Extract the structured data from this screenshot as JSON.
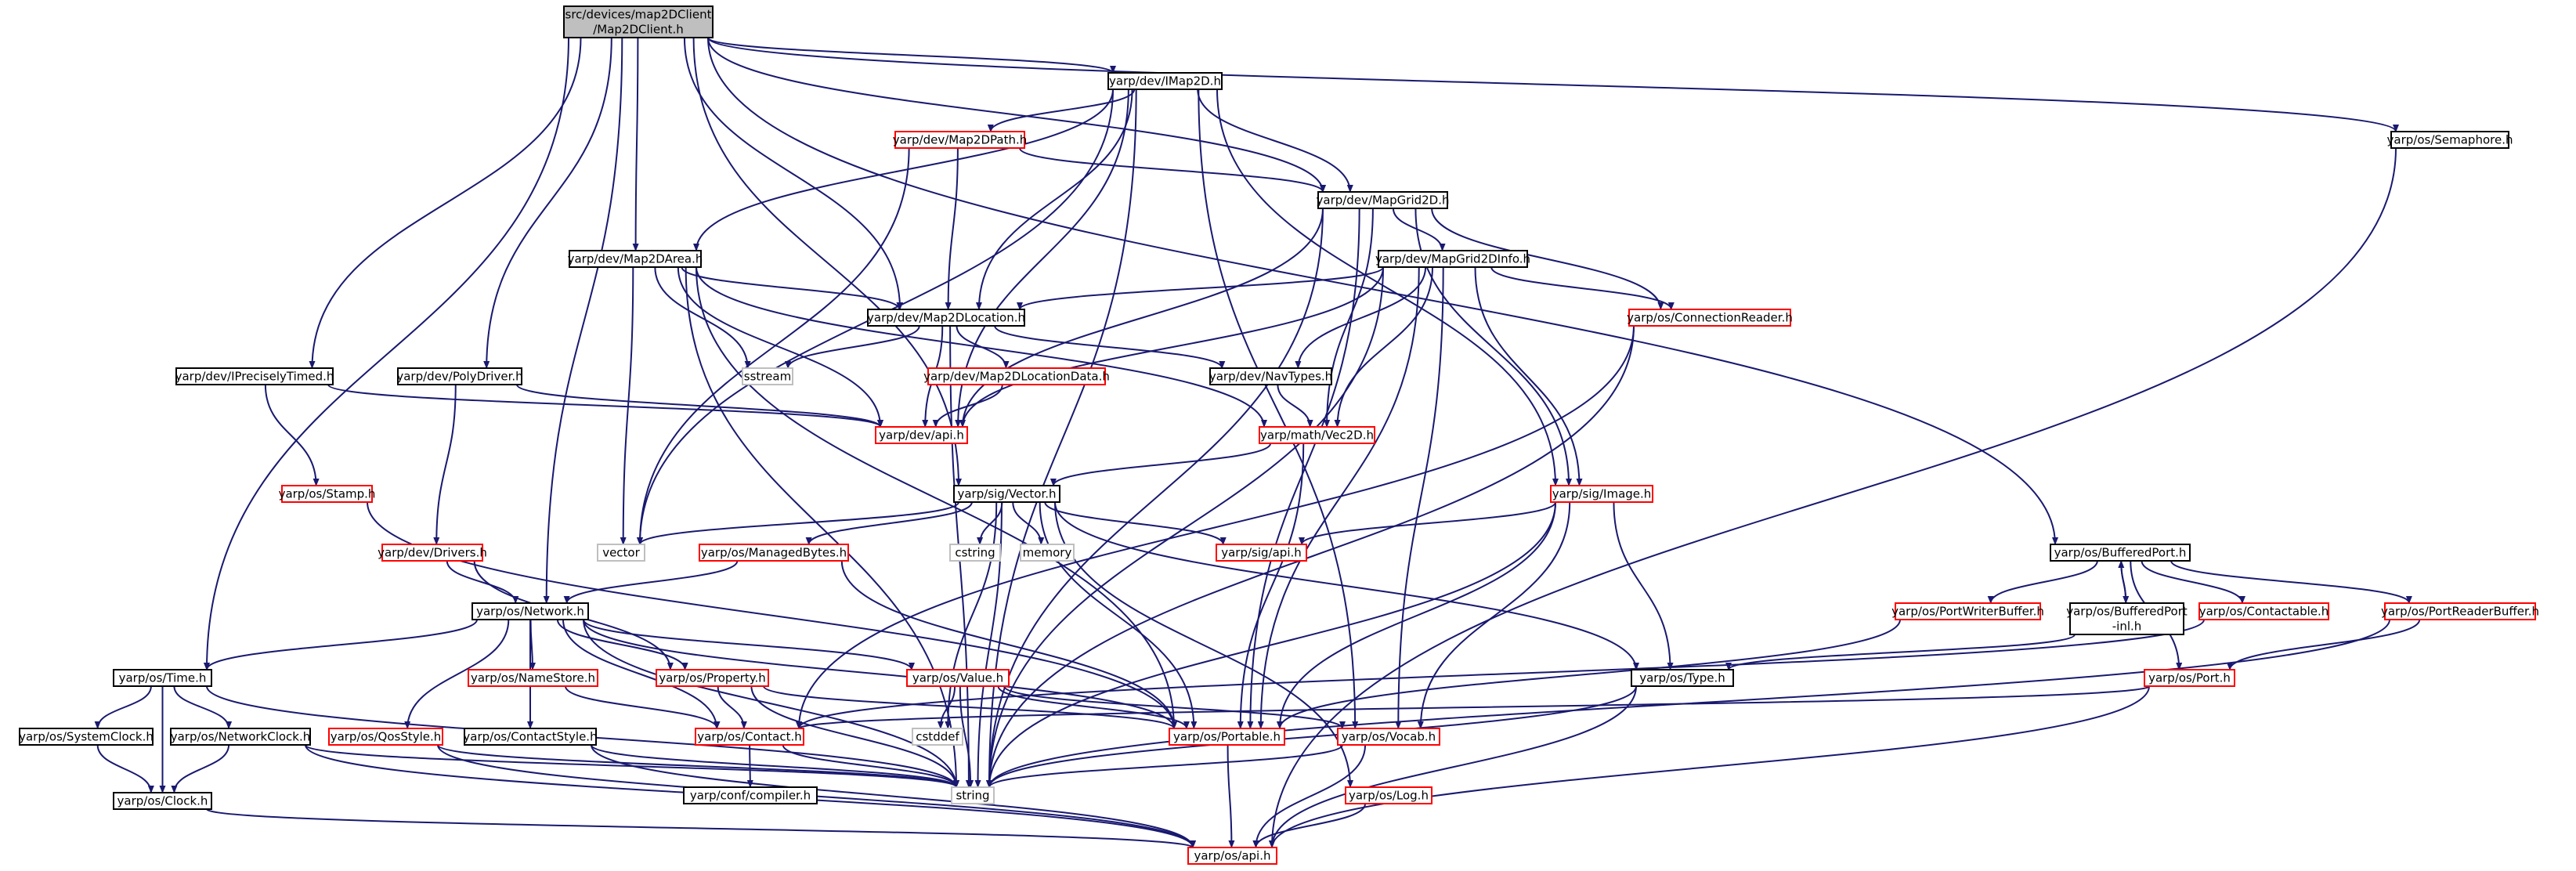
{
  "diagram": {
    "colors": {
      "edge": "#191970",
      "root_fill": "#bfbfbf",
      "border_default": "#000000",
      "border_external": "#ff0000",
      "border_system": "#bfbfbf",
      "text": "#000000"
    },
    "nodes": [
      {
        "id": "root",
        "lines": [
          "src/devices/map2DClient",
          "/Map2DClient.h"
        ],
        "style": "root"
      },
      {
        "id": "IMap2D",
        "lines": [
          "yarp/dev/IMap2D.h"
        ],
        "style": "default"
      },
      {
        "id": "Semaphore",
        "lines": [
          "yarp/os/Semaphore.h"
        ],
        "style": "default"
      },
      {
        "id": "Map2DPath",
        "lines": [
          "yarp/dev/Map2DPath.h"
        ],
        "style": "external"
      },
      {
        "id": "MapGrid2D",
        "lines": [
          "yarp/dev/MapGrid2D.h"
        ],
        "style": "default"
      },
      {
        "id": "Map2DArea",
        "lines": [
          "yarp/dev/Map2DArea.h"
        ],
        "style": "default"
      },
      {
        "id": "MapGrid2DInfo",
        "lines": [
          "yarp/dev/MapGrid2DInfo.h"
        ],
        "style": "default"
      },
      {
        "id": "Map2DLocation",
        "lines": [
          "yarp/dev/Map2DLocation.h"
        ],
        "style": "default"
      },
      {
        "id": "ConnectionReader",
        "lines": [
          "yarp/os/ConnectionReader.h"
        ],
        "style": "external"
      },
      {
        "id": "IPreciselyTimed",
        "lines": [
          "yarp/dev/IPreciselyTimed.h"
        ],
        "style": "default"
      },
      {
        "id": "PolyDriver",
        "lines": [
          "yarp/dev/PolyDriver.h"
        ],
        "style": "default"
      },
      {
        "id": "sstream",
        "lines": [
          "sstream"
        ],
        "style": "system"
      },
      {
        "id": "Map2DLocationData",
        "lines": [
          "yarp/dev/Map2DLocationData.h"
        ],
        "style": "external"
      },
      {
        "id": "NavTypes",
        "lines": [
          "yarp/dev/NavTypes.h"
        ],
        "style": "default"
      },
      {
        "id": "devapi",
        "lines": [
          "yarp/dev/api.h"
        ],
        "style": "external"
      },
      {
        "id": "Vec2D",
        "lines": [
          "yarp/math/Vec2D.h"
        ],
        "style": "external"
      },
      {
        "id": "Stamp",
        "lines": [
          "yarp/os/Stamp.h"
        ],
        "style": "external"
      },
      {
        "id": "Vector",
        "lines": [
          "yarp/sig/Vector.h"
        ],
        "style": "default"
      },
      {
        "id": "Image",
        "lines": [
          "yarp/sig/Image.h"
        ],
        "style": "external"
      },
      {
        "id": "vector",
        "lines": [
          "vector"
        ],
        "style": "system"
      },
      {
        "id": "cstring",
        "lines": [
          "cstring"
        ],
        "style": "system"
      },
      {
        "id": "memory",
        "lines": [
          "memory"
        ],
        "style": "system"
      },
      {
        "id": "ManagedBytes",
        "lines": [
          "yarp/os/ManagedBytes.h"
        ],
        "style": "external"
      },
      {
        "id": "sigapi",
        "lines": [
          "yarp/sig/api.h"
        ],
        "style": "external"
      },
      {
        "id": "Drivers",
        "lines": [
          "yarp/dev/Drivers.h"
        ],
        "style": "external"
      },
      {
        "id": "BufferedPort",
        "lines": [
          "yarp/os/BufferedPort.h"
        ],
        "style": "default"
      },
      {
        "id": "Network",
        "lines": [
          "yarp/os/Network.h"
        ],
        "style": "default"
      },
      {
        "id": "PortWriterBuffer",
        "lines": [
          "yarp/os/PortWriterBuffer.h"
        ],
        "style": "external"
      },
      {
        "id": "BufferedPortInl",
        "lines": [
          "yarp/os/BufferedPort",
          "-inl.h"
        ],
        "style": "default"
      },
      {
        "id": "Contactable",
        "lines": [
          "yarp/os/Contactable.h"
        ],
        "style": "external"
      },
      {
        "id": "PortReaderBuffer",
        "lines": [
          "yarp/os/PortReaderBuffer.h"
        ],
        "style": "external"
      },
      {
        "id": "Time",
        "lines": [
          "yarp/os/Time.h"
        ],
        "style": "default"
      },
      {
        "id": "NameStore",
        "lines": [
          "yarp/os/NameStore.h"
        ],
        "style": "external"
      },
      {
        "id": "Property",
        "lines": [
          "yarp/os/Property.h"
        ],
        "style": "external"
      },
      {
        "id": "Value",
        "lines": [
          "yarp/os/Value.h"
        ],
        "style": "external"
      },
      {
        "id": "Type",
        "lines": [
          "yarp/os/Type.h"
        ],
        "style": "default"
      },
      {
        "id": "Port",
        "lines": [
          "yarp/os/Port.h"
        ],
        "style": "external"
      },
      {
        "id": "SystemClock",
        "lines": [
          "yarp/os/SystemClock.h"
        ],
        "style": "default"
      },
      {
        "id": "NetworkClock",
        "lines": [
          "yarp/os/NetworkClock.h"
        ],
        "style": "default"
      },
      {
        "id": "QosStyle",
        "lines": [
          "yarp/os/QosStyle.h"
        ],
        "style": "external"
      },
      {
        "id": "ContactStyle",
        "lines": [
          "yarp/os/ContactStyle.h"
        ],
        "style": "default"
      },
      {
        "id": "Contact",
        "lines": [
          "yarp/os/Contact.h"
        ],
        "style": "external"
      },
      {
        "id": "cstddef",
        "lines": [
          "cstddef"
        ],
        "style": "system"
      },
      {
        "id": "Portable",
        "lines": [
          "yarp/os/Portable.h"
        ],
        "style": "external"
      },
      {
        "id": "Vocab",
        "lines": [
          "yarp/os/Vocab.h"
        ],
        "style": "external"
      },
      {
        "id": "Clock",
        "lines": [
          "yarp/os/Clock.h"
        ],
        "style": "default"
      },
      {
        "id": "string",
        "lines": [
          "string"
        ],
        "style": "system"
      },
      {
        "id": "compiler",
        "lines": [
          "yarp/conf/compiler.h"
        ],
        "style": "default"
      },
      {
        "id": "Log",
        "lines": [
          "yarp/os/Log.h"
        ],
        "style": "external"
      },
      {
        "id": "osapi",
        "lines": [
          "yarp/os/api.h"
        ],
        "style": "external"
      }
    ],
    "edges": [
      [
        "root",
        "IMap2D"
      ],
      [
        "root",
        "Semaphore"
      ],
      [
        "root",
        "MapGrid2D"
      ],
      [
        "root",
        "Map2DArea"
      ],
      [
        "root",
        "Map2DLocation"
      ],
      [
        "root",
        "IPreciselyTimed"
      ],
      [
        "root",
        "PolyDriver"
      ],
      [
        "root",
        "Vector"
      ],
      [
        "root",
        "BufferedPort"
      ],
      [
        "root",
        "Network"
      ],
      [
        "root",
        "Time"
      ],
      [
        "IMap2D",
        "Map2DPath"
      ],
      [
        "IMap2D",
        "MapGrid2D"
      ],
      [
        "IMap2D",
        "Map2DArea"
      ],
      [
        "IMap2D",
        "Map2DLocation"
      ],
      [
        "IMap2D",
        "vector"
      ],
      [
        "IMap2D",
        "devapi"
      ],
      [
        "IMap2D",
        "Image"
      ],
      [
        "IMap2D",
        "Vocab"
      ],
      [
        "IMap2D",
        "string"
      ],
      [
        "Map2DPath",
        "MapGrid2D"
      ],
      [
        "Map2DPath",
        "Map2DLocation"
      ],
      [
        "Map2DPath",
        "vector"
      ],
      [
        "MapGrid2D",
        "MapGrid2DInfo"
      ],
      [
        "MapGrid2D",
        "ConnectionReader"
      ],
      [
        "MapGrid2D",
        "Image"
      ],
      [
        "MapGrid2D",
        "Vec2D"
      ],
      [
        "MapGrid2D",
        "devapi"
      ],
      [
        "MapGrid2D",
        "Portable"
      ],
      [
        "MapGrid2D",
        "string"
      ],
      [
        "Map2DArea",
        "Map2DLocation"
      ],
      [
        "Map2DArea",
        "sstream"
      ],
      [
        "Map2DArea",
        "devapi"
      ],
      [
        "Map2DArea",
        "Vec2D"
      ],
      [
        "Map2DArea",
        "vector"
      ],
      [
        "Map2DArea",
        "Portable"
      ],
      [
        "Map2DArea",
        "string"
      ],
      [
        "MapGrid2DInfo",
        "Map2DLocation"
      ],
      [
        "MapGrid2DInfo",
        "ConnectionReader"
      ],
      [
        "MapGrid2DInfo",
        "NavTypes"
      ],
      [
        "MapGrid2DInfo",
        "Vec2D"
      ],
      [
        "MapGrid2DInfo",
        "devapi"
      ],
      [
        "MapGrid2DInfo",
        "Image"
      ],
      [
        "MapGrid2DInfo",
        "Portable"
      ],
      [
        "MapGrid2DInfo",
        "string"
      ],
      [
        "MapGrid2DInfo",
        "Vocab"
      ],
      [
        "Map2DLocation",
        "sstream"
      ],
      [
        "Map2DLocation",
        "Map2DLocationData"
      ],
      [
        "Map2DLocation",
        "NavTypes"
      ],
      [
        "Map2DLocation",
        "devapi"
      ],
      [
        "Map2DLocation",
        "string"
      ],
      [
        "Map2DLocationData",
        "devapi"
      ],
      [
        "NavTypes",
        "Vec2D"
      ],
      [
        "Vec2D",
        "Vector"
      ],
      [
        "Vec2D",
        "Portable"
      ],
      [
        "IPreciselyTimed",
        "devapi"
      ],
      [
        "IPreciselyTimed",
        "Stamp"
      ],
      [
        "Stamp",
        "Portable"
      ],
      [
        "PolyDriver",
        "devapi"
      ],
      [
        "PolyDriver",
        "Drivers"
      ],
      [
        "Drivers",
        "Network"
      ],
      [
        "Drivers",
        "Property"
      ],
      [
        "ConnectionReader",
        "Contact"
      ],
      [
        "ConnectionReader",
        "string"
      ],
      [
        "Vector",
        "vector"
      ],
      [
        "Vector",
        "cstring"
      ],
      [
        "Vector",
        "memory"
      ],
      [
        "Vector",
        "ManagedBytes"
      ],
      [
        "Vector",
        "sigapi"
      ],
      [
        "Vector",
        "Type"
      ],
      [
        "Vector",
        "Portable"
      ],
      [
        "Vector",
        "cstddef"
      ],
      [
        "Vector",
        "string"
      ],
      [
        "Vector",
        "Log"
      ],
      [
        "Image",
        "sigapi"
      ],
      [
        "Image",
        "Type"
      ],
      [
        "Image",
        "Portable"
      ],
      [
        "Image",
        "Vocab"
      ],
      [
        "Image",
        "string"
      ],
      [
        "ManagedBytes",
        "Network"
      ],
      [
        "ManagedBytes",
        "Portable"
      ],
      [
        "Network",
        "Time"
      ],
      [
        "Network",
        "NameStore"
      ],
      [
        "Network",
        "Property"
      ],
      [
        "Network",
        "Value"
      ],
      [
        "Network",
        "QosStyle"
      ],
      [
        "Network",
        "ContactStyle"
      ],
      [
        "Network",
        "Contact"
      ],
      [
        "Network",
        "Portable"
      ],
      [
        "Network",
        "string"
      ],
      [
        "Time",
        "SystemClock"
      ],
      [
        "Time",
        "NetworkClock"
      ],
      [
        "Time",
        "Clock"
      ],
      [
        "Time",
        "string"
      ],
      [
        "SystemClock",
        "Clock"
      ],
      [
        "NetworkClock",
        "Clock"
      ],
      [
        "NetworkClock",
        "string"
      ],
      [
        "NetworkClock",
        "osapi"
      ],
      [
        "Clock",
        "osapi"
      ],
      [
        "QosStyle",
        "string"
      ],
      [
        "QosStyle",
        "osapi"
      ],
      [
        "ContactStyle",
        "string"
      ],
      [
        "ContactStyle",
        "osapi"
      ],
      [
        "NameStore",
        "Contact"
      ],
      [
        "Property",
        "Contact"
      ],
      [
        "Property",
        "Portable"
      ],
      [
        "Property",
        "string"
      ],
      [
        "Value",
        "cstddef"
      ],
      [
        "Value",
        "string"
      ],
      [
        "Value",
        "Portable"
      ],
      [
        "Value",
        "Vocab"
      ],
      [
        "Contact",
        "compiler"
      ],
      [
        "Contact",
        "string"
      ],
      [
        "Portable",
        "osapi"
      ],
      [
        "Vocab",
        "string"
      ],
      [
        "Vocab",
        "osapi"
      ],
      [
        "Log",
        "osapi"
      ],
      [
        "Type",
        "string"
      ],
      [
        "Type",
        "osapi"
      ],
      [
        "BufferedPort",
        "PortWriterBuffer"
      ],
      [
        "BufferedPort",
        "BufferedPortInl"
      ],
      [
        "BufferedPort",
        "Contactable"
      ],
      [
        "BufferedPort",
        "PortReaderBuffer"
      ],
      [
        "BufferedPort",
        "Port"
      ],
      [
        "BufferedPortInl",
        "BufferedPort"
      ],
      [
        "BufferedPortInl",
        "Type"
      ],
      [
        "PortWriterBuffer",
        "Portable"
      ],
      [
        "Contactable",
        "Contact"
      ],
      [
        "PortReaderBuffer",
        "Port"
      ],
      [
        "PortReaderBuffer",
        "string"
      ],
      [
        "Port",
        "Contact"
      ],
      [
        "Port",
        "osapi"
      ],
      [
        "Semaphore",
        "osapi"
      ]
    ]
  }
}
